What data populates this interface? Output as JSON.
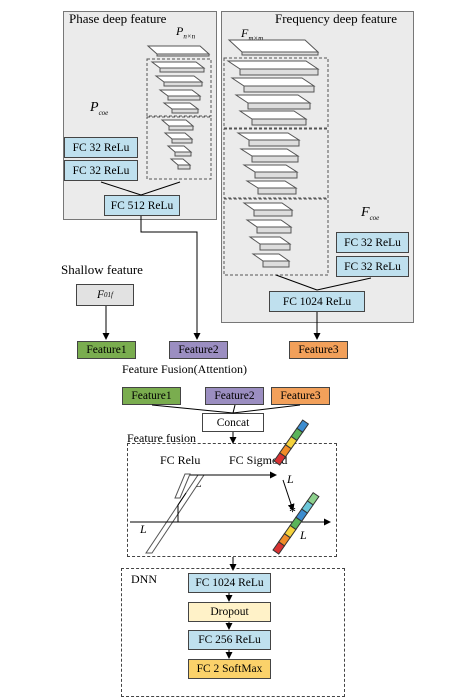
{
  "phase": {
    "title": "Phase deep feature",
    "input_label": "P",
    "input_sub": "n×n",
    "coe_label": "P",
    "coe_sub": "coe",
    "fc1": "FC 32 ReLu",
    "fc2": "FC 32 ReLu",
    "fc_out": "FC 512 ReLu"
  },
  "frequency": {
    "title": "Frequency deep feature",
    "input_label": "F",
    "input_sub": "m×m",
    "coe_label": "F",
    "coe_sub": "coe",
    "fc1": "FC 32 ReLu",
    "fc2": "FC 32 ReLu",
    "fc_out": "FC 1024 ReLu"
  },
  "shallow": {
    "title": "Shallow feature",
    "input_label": "F",
    "input_sub": "01f"
  },
  "features_row1": [
    "Feature1",
    "Feature2",
    "Feature3"
  ],
  "fusion_attention_title": "Feature Fusion(Attention)",
  "features_row2": [
    "Feature1",
    "Feature2",
    "Feature3"
  ],
  "concat_label": "Concat",
  "fusion": {
    "title": "Feature fusion",
    "fc_relu": "FC Relu",
    "fc_sigmoid": "FC Sigmoid",
    "L1": "L",
    "L2": "L",
    "L3": "L",
    "L4": "L",
    "multiply": "*"
  },
  "dnn": {
    "title": "DNN",
    "layers": [
      "FC 1024 ReLu",
      "Dropout",
      "FC 256 ReLu",
      "FC 2 SoftMax"
    ]
  },
  "colors": {
    "fc": "#bfe0ee",
    "feature1": "#7aad4f",
    "feature2": "#9b8ec1",
    "feature3": "#f2a05a"
  }
}
